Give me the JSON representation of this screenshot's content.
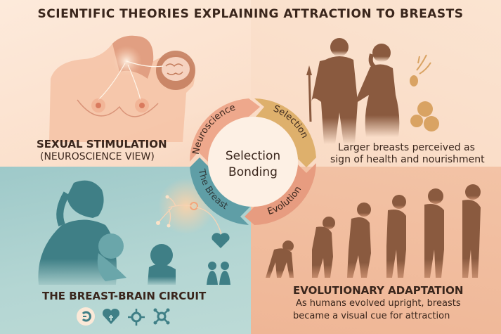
{
  "title": "SCIENTIFIC THEORIES EXPLAINING ATTRACTION TO BREASTS",
  "colors": {
    "quadrant_top_left": "#fbe0cc",
    "quadrant_top_right": "#f9dac4",
    "quadrant_bottom_left": "#a9cfcf",
    "quadrant_bottom_right": "#efb99a",
    "cycle_neuroscience": "#eea88c",
    "cycle_selection": "#deb06c",
    "cycle_evolution": "#e79c80",
    "cycle_the_breast": "#5f9ea6",
    "cycle_center": "#fdf0e4",
    "silhouette_brown": "#8a5a3f",
    "silhouette_teal": "#3f7f86",
    "text_dark": "#3a261c"
  },
  "quadrants": {
    "top_left": {
      "heading": "SEXUAL STIMULATION",
      "subheading": "(NEUROSCIENCE VIEW)",
      "illustration": "torso-with-nerve-pathways-to-brain"
    },
    "top_right": {
      "description_line1": "Larger breasts perceived as",
      "description_line2": "sign of health and nourishment",
      "illustration": "ancient-couple-holding-hands-with-food"
    },
    "bottom_left": {
      "heading": "THE BREAST-BRAIN CIRCUIT",
      "illustration": "mother-nursing-infant-with-neuron",
      "icons": [
        "neuron-cell-icon",
        "heart-plus-icon",
        "receptor-icon",
        "network-node-icon"
      ]
    },
    "bottom_right": {
      "heading": "EVOLUTIONARY ADAPTATION",
      "description_line1": "As humans evolved upright, breasts",
      "description_line2": "became a visual cue for attraction",
      "illustration": "march-of-progress-evolution"
    }
  },
  "cycle": {
    "center_line1": "Selection",
    "center_line2": "Bonding",
    "segments": [
      {
        "label": "Neuroscience"
      },
      {
        "label": "Selection"
      },
      {
        "label": "Evolution"
      },
      {
        "label": "The Breast"
      }
    ]
  }
}
